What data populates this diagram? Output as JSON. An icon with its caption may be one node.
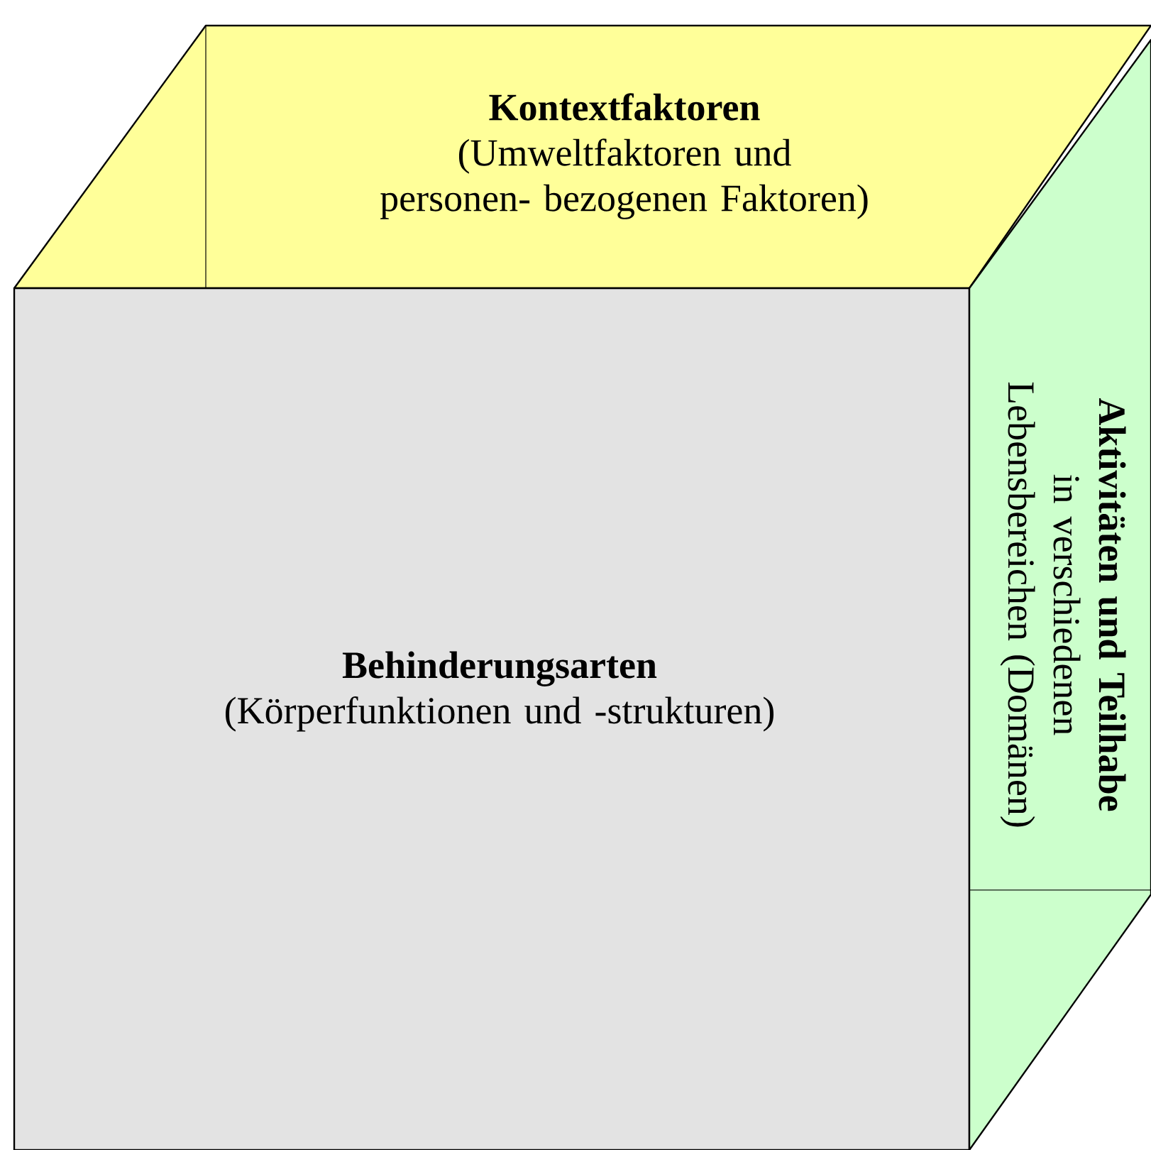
{
  "diagram": {
    "nodes": [
      {
        "text": [
          "Kontextfaktoren",
          "(Umweltfaktoren und personen- bezogenen Faktoren)"
        ]
      },
      {
        "text": [
          "Behinderungsarten",
          "(Körperfunktionen und -strukturen)"
        ]
      },
      {
        "text": [
          "Aktivitäten und Teilhabe",
          "in verschiedenen Lebensbereichen (Domänen)"
        ]
      }
    ]
  }
}
